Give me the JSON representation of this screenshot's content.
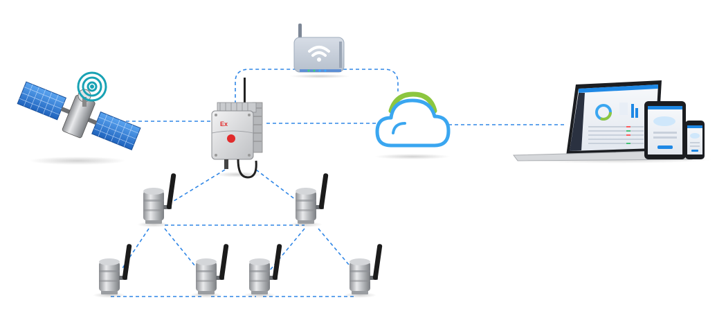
{
  "diagram": {
    "type": "iot-network-topology",
    "nodes": [
      {
        "id": "satellite",
        "icon": "satellite-icon"
      },
      {
        "id": "wifi-router",
        "icon": "router-icon"
      },
      {
        "id": "gateway",
        "icon": "explosion-proof-gateway-icon",
        "badge": "Ex"
      },
      {
        "id": "cloud",
        "icon": "cloud-icon"
      },
      {
        "id": "client-devices",
        "icon": "laptop-tablet-phone-icon"
      },
      {
        "id": "sensor-1",
        "icon": "wireless-vibration-sensor-icon"
      },
      {
        "id": "sensor-2",
        "icon": "wireless-vibration-sensor-icon"
      },
      {
        "id": "sensor-3",
        "icon": "wireless-vibration-sensor-icon"
      },
      {
        "id": "sensor-4",
        "icon": "wireless-vibration-sensor-icon"
      },
      {
        "id": "sensor-5",
        "icon": "wireless-vibration-sensor-icon"
      },
      {
        "id": "sensor-6",
        "icon": "wireless-vibration-sensor-icon"
      }
    ],
    "links": [
      [
        "satellite",
        "gateway"
      ],
      [
        "gateway",
        "wifi-router"
      ],
      [
        "wifi-router",
        "cloud"
      ],
      [
        "gateway",
        "cloud"
      ],
      [
        "cloud",
        "client-devices"
      ],
      [
        "gateway",
        "sensor-1"
      ],
      [
        "gateway",
        "sensor-2"
      ],
      [
        "sensor-1",
        "sensor-2"
      ],
      [
        "sensor-1",
        "sensor-3"
      ],
      [
        "sensor-1",
        "sensor-4"
      ],
      [
        "sensor-2",
        "sensor-5"
      ],
      [
        "sensor-2",
        "sensor-6"
      ],
      [
        "sensor-3",
        "sensor-4"
      ],
      [
        "sensor-4",
        "sensor-5"
      ],
      [
        "sensor-5",
        "sensor-6"
      ]
    ],
    "colors": {
      "link": "#2f86e6",
      "cloud_outline": "#3aa6f0",
      "cloud_accent": "#8cc63f",
      "satellite_panel": "#2f7fd8",
      "screen_accent": "#1e88e5"
    }
  }
}
